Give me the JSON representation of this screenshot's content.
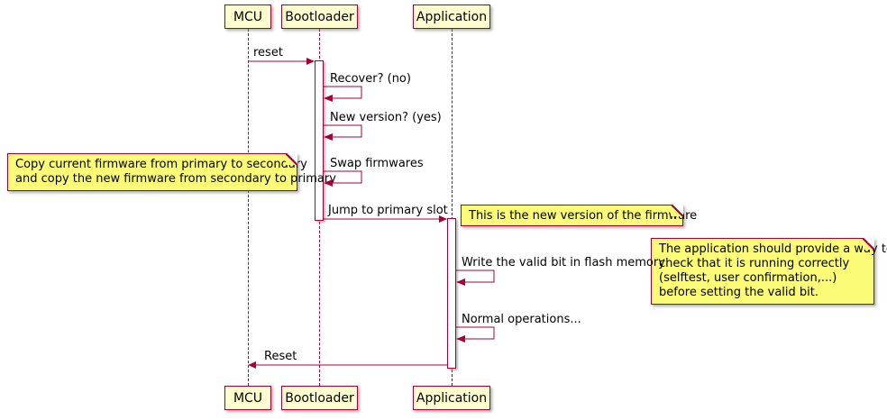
{
  "colors": {
    "accent": "#A80036",
    "participant_bg": "#FEFECE",
    "note_bg": "#FBFB77",
    "background": "#FFFFFF"
  },
  "participants": [
    {
      "id": "mcu",
      "label": "MCU"
    },
    {
      "id": "bootloader",
      "label": "Bootloader"
    },
    {
      "id": "application",
      "label": "Application"
    }
  ],
  "messages": {
    "reset": "reset",
    "recover": "Recover? (no)",
    "new_version": "New version? (yes)",
    "swap": "Swap firmwares",
    "jump": "Jump to primary slot",
    "write_valid": "Write the valid bit in flash memory",
    "normal_ops": "Normal operations...",
    "reset_back": "Reset"
  },
  "notes": {
    "copy_note": {
      "lines": [
        "Copy current firmware from primary to secondary",
        "and copy the new firmware from secondary to primary"
      ]
    },
    "new_version_note": {
      "lines": [
        "This is the new version of the firmware"
      ]
    },
    "valid_bit_note": {
      "lines": [
        "The application should provide a way to",
        "check that it is running correctly",
        "(selftest, user confirmation,...)",
        "before setting the valid bit."
      ]
    }
  }
}
